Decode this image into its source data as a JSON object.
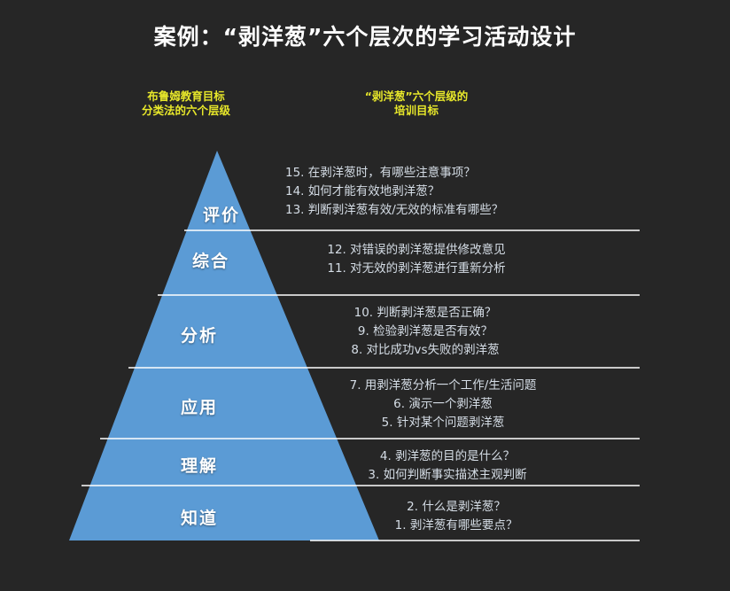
{
  "title": "案例：“剥洋葱”六个层次的学习活动设计",
  "headers": {
    "left": {
      "line1": "布鲁姆教育目标",
      "line2": "分类法的六个层级"
    },
    "right": {
      "line1": "“剥洋葱”六个层级的",
      "line2": "培训目标"
    }
  },
  "colors": {
    "background": "#262626",
    "pyramid": "#5b9bd5",
    "header_text": "#e8e82a",
    "title_text": "#ffffff",
    "body_text": "#d5dde6",
    "divider": "#ffffff"
  },
  "levels": [
    {
      "name": "评价",
      "objectives": [
        "15. 在剥洋葱时，有哪些注意事项？",
        "14. 如何才能有效地剥洋葱？",
        "13. 判断剥洋葱有效/无效的标准有哪些？"
      ]
    },
    {
      "name": "综合",
      "objectives": [
        "12. 对错误的剥洋葱提供修改意见",
        "11. 对无效的剥洋葱进行重新分析"
      ]
    },
    {
      "name": "分析",
      "objectives": [
        "10. 判断剥洋葱是否正确？",
        "9. 检验剥洋葱是否有效？",
        "8. 对比成功vs失败的剥洋葱"
      ]
    },
    {
      "name": "应用",
      "objectives": [
        "7. 用剥洋葱分析一个工作/生活问题",
        "6. 演示一个剥洋葱",
        "5. 针对某个问题剥洋葱"
      ]
    },
    {
      "name": "理解",
      "objectives": [
        "4. 剥洋葱的目的是什么？",
        "3. 如何判断事实描述主观判断"
      ]
    },
    {
      "name": "知道",
      "objectives": [
        "2. 什么是剥洋葱？",
        "1. 剥洋葱有哪些要点？"
      ]
    }
  ]
}
